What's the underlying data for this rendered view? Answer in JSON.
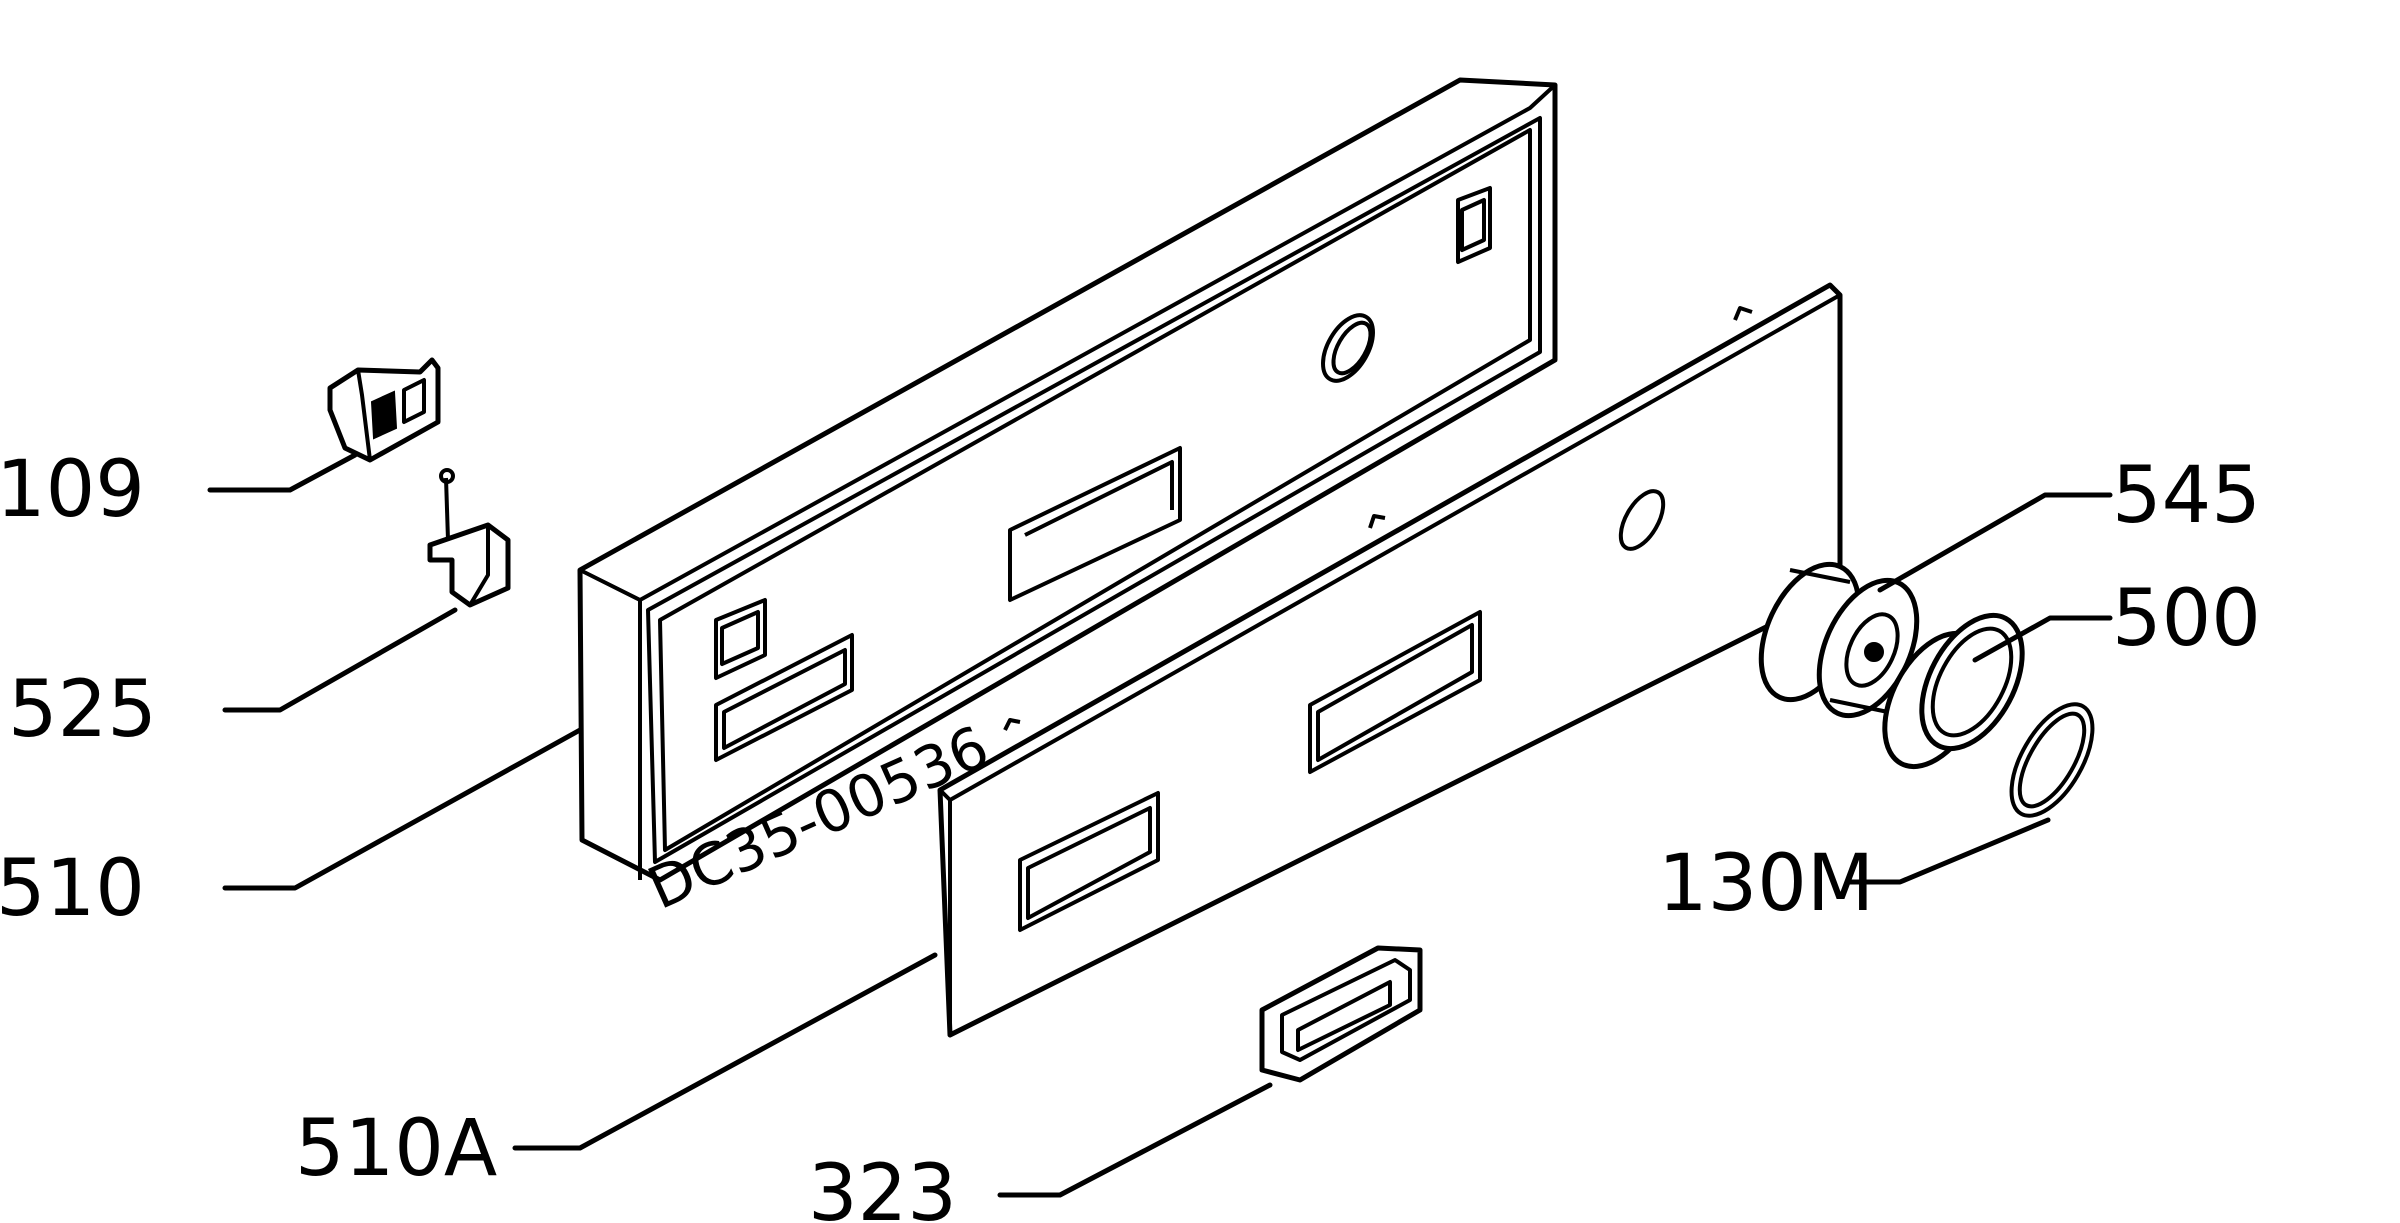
{
  "diagram": {
    "part_labels": [
      {
        "id": "109",
        "text": "109"
      },
      {
        "id": "525",
        "text": "525"
      },
      {
        "id": "510",
        "text": "510"
      },
      {
        "id": "510A",
        "text": "510A"
      },
      {
        "id": "323",
        "text": "323"
      },
      {
        "id": "545",
        "text": "545"
      },
      {
        "id": "500",
        "text": "500"
      },
      {
        "id": "130M",
        "text": "130M"
      }
    ],
    "drawing_code": "DC35-00536"
  }
}
